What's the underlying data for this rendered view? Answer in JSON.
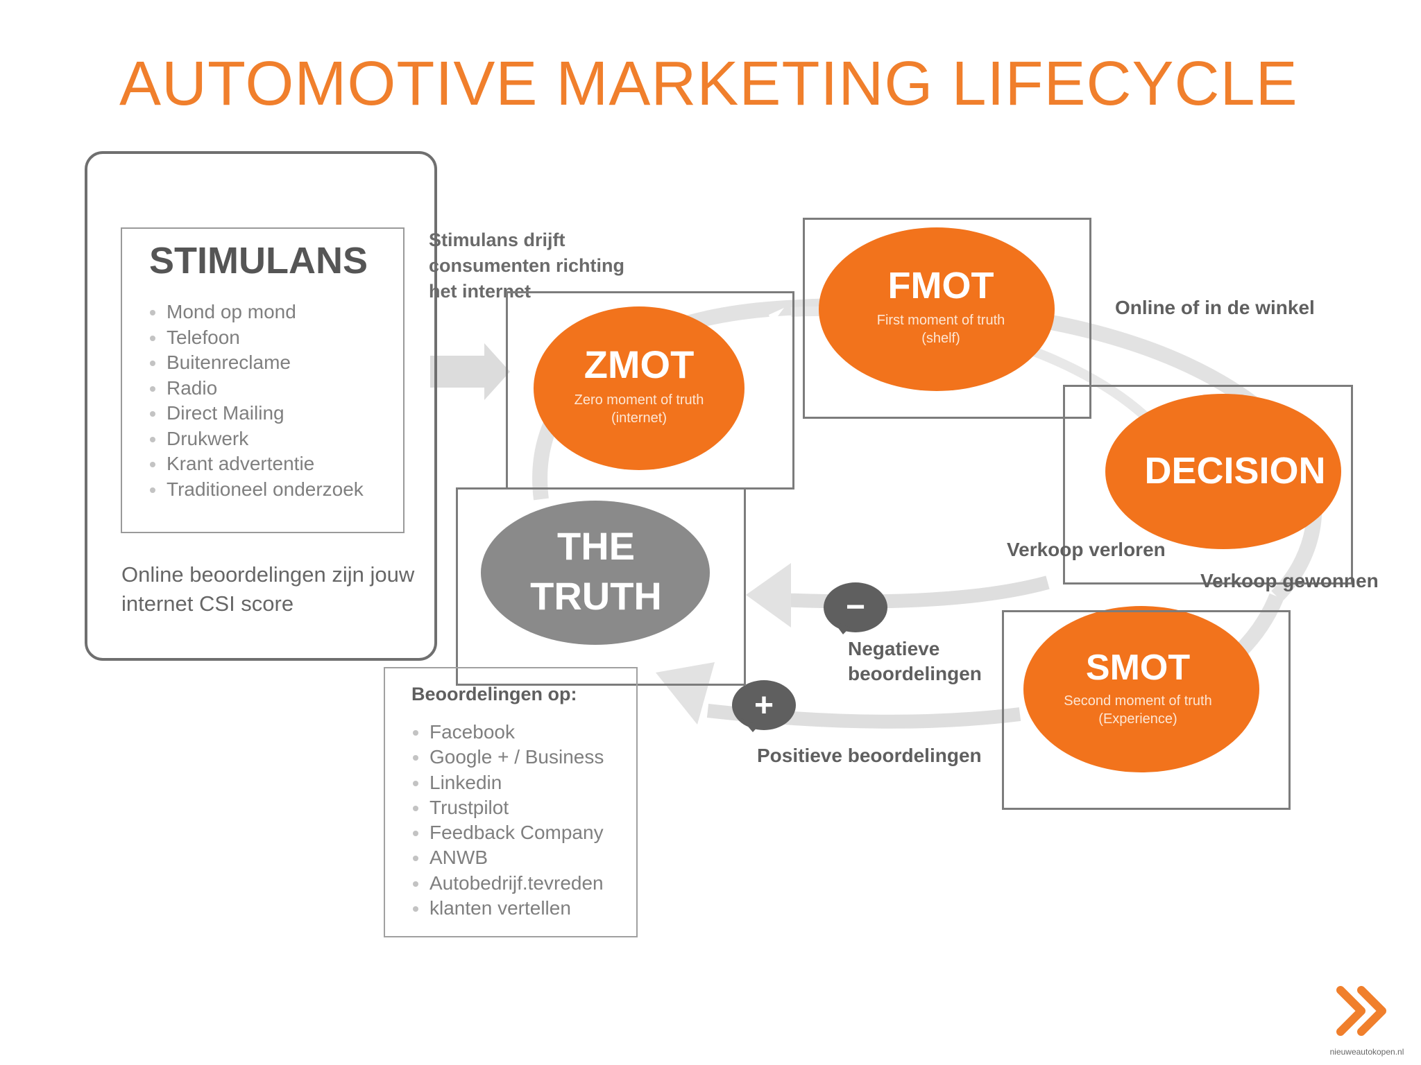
{
  "title": "AUTOMOTIVE MARKETING LIFECYCLE",
  "stimulans": {
    "heading": "STIMULANS",
    "items": [
      "Mond op mond",
      "Telefoon",
      "Buitenreclame",
      "Radio",
      "Direct Mailing",
      "Drukwerk",
      "Krant advertentie",
      "Traditioneel onderzoek"
    ],
    "online_text": "Online beoordelingen zijn jouw internet CSI score"
  },
  "stimulans_note": "Stimulans drijft consumenten richting het internet",
  "nodes": {
    "zmot": {
      "title": "ZMOT",
      "sub1": "Zero moment of truth",
      "sub2": "(internet)"
    },
    "fmot": {
      "title": "FMOT",
      "sub1": "First moment of truth",
      "sub2": "(shelf)"
    },
    "decision": {
      "title": "DECISION"
    },
    "smot": {
      "title": "SMOT",
      "sub1": "Second moment of truth",
      "sub2": "(Experience)"
    },
    "truth": {
      "line1": "THE",
      "line2": "TRUTH"
    }
  },
  "labels": {
    "online": "Online of in de winkel",
    "verloren": "Verkoop verloren",
    "gewonnen": "Verkoop gewonnen",
    "negatief_1": "Negatieve",
    "negatief_2": "beoordelingen",
    "positief": "Positieve beoordelingen",
    "minus_symbol": "−",
    "plus_symbol": "+"
  },
  "reviews": {
    "heading": "Beoordelingen op:",
    "items": [
      "Facebook",
      "Google + / Business",
      "Linkedin",
      "Trustpilot",
      "Feedback Company",
      "ANWB",
      "Autobedrijf.tevreden",
      "klanten vertellen"
    ]
  },
  "footer": {
    "site": "nieuweautokopen.nl"
  },
  "colors": {
    "orange": "#f07f2c",
    "node_orange": "#f2731c",
    "truth_gray": "#8a8a8a",
    "cycle_gray": "#e0e0e0"
  }
}
